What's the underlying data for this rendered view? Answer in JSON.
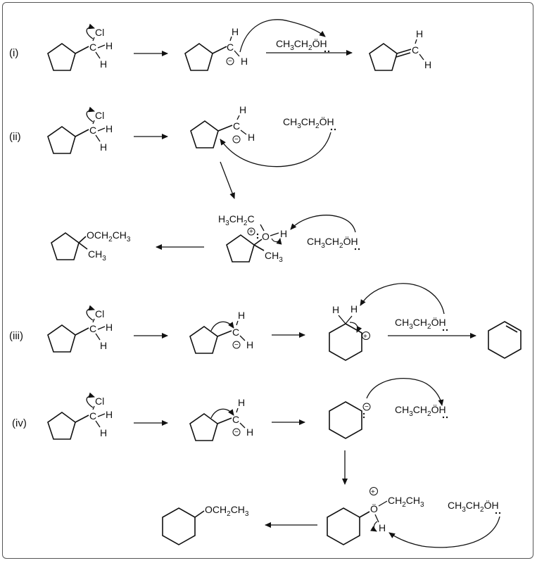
{
  "mechanisms": [
    {
      "label": "(i)"
    },
    {
      "label": "(ii)"
    },
    {
      "label": "(iii)"
    },
    {
      "label": "(iv)"
    }
  ],
  "atoms": {
    "cl": "Cl",
    "c": "C",
    "h": "H",
    "o": "O",
    "ch3": "CH",
    "three": "3",
    "two": "2"
  },
  "reagent": {
    "part1": "CH",
    "sub1": "3",
    "part2": "CH",
    "sub2": "2",
    "part3": "ÖH"
  },
  "intermediate": {
    "h3c": "H",
    "sub3": "3",
    "ch2c": "CH",
    "sub2": "2",
    "cend": "C"
  },
  "products": {
    "ether1_prefix": "OCH",
    "ether1_sub1": "2",
    "ether1_mid": "CH",
    "ether1_sub2": "3",
    "methyl": "CH",
    "methyl_sub": "3",
    "ether2_prefix": "OCH",
    "ether2_sub1": "2",
    "ether2_mid": "CH",
    "ether2_sub2": "3",
    "oxonium_o": "Ö",
    "oxonium_ch2": "CH",
    "oxonium_sub2": "2",
    "oxonium_ch3": "CH",
    "oxonium_sub3": "3"
  },
  "charges": {
    "plus": "+",
    "minus": "−"
  }
}
